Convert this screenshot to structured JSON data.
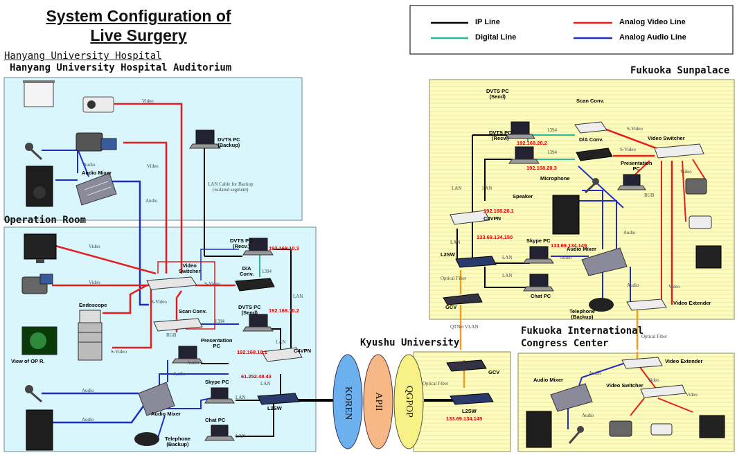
{
  "title_line1": "System Configuration of",
  "title_line2": "Live Surgery",
  "colors": {
    "ip_line": "#000000",
    "digital_line": "#27b8a0",
    "analog_video": "#e81c1c",
    "analog_audio": "#1f2dc8",
    "optical": "#f0a020",
    "panel_blue": "#d8f6fb",
    "panel_yellow": "#fbfab8",
    "ip_text": "#e00000"
  },
  "legend": {
    "ip": "IP Line",
    "digital": "Digital Line",
    "video": "Analog Video Line",
    "audio": "Analog Audio Line"
  },
  "sections": {
    "hyu": "Hanyang University Hospital",
    "auditorium": "Hanyang University Hospital Auditorium",
    "operation": "Operation Room",
    "fukuoka_sun": "Fukuoka Sunpalace",
    "kyushu": "Kyushu University",
    "fic1": "Fukuoka International",
    "fic2": "Congress Center"
  },
  "networks": [
    "KOREN",
    "APII",
    "QGPOP"
  ],
  "devices": {
    "audio_mixer": "Audio Mixer",
    "dvts_backup": "DVTS PC\n(Backup)",
    "video_switcher": "Video\nSwitcher",
    "da_conv": "D/A\nConv.",
    "dvts_recv": "DVTS PC\n(Recv.)",
    "dvts_send": "DVTS PC\n(Send)",
    "scan_conv": "Scan Conv.",
    "presentation_pc": "Presentation\nPC",
    "endoscope": "Endoscope",
    "view_op": "View of OP R.",
    "c4vpn": "C4VPN",
    "skype_pc": "Skype PC",
    "l2sw": "L2SW",
    "chat_pc": "Chat PC",
    "telephone": "Telephone\n(Backup)",
    "gcv": "GCV",
    "fs_dvts_send": "DVTS PC\n(Send)",
    "fs_scan_conv": "Scan Conv.",
    "fs_dvts_recv": "DVTS PC\n(Recv.)",
    "fs_da_conv": "D/A Conv.",
    "fs_video_switcher": "Video Switcher",
    "fs_presentation_pc": "Presentation\nPC",
    "microphone": "Microphone",
    "speaker": "Speaker",
    "fs_c4vpn": "C4VPN",
    "fs_l2sw": "L2SW",
    "fs_skype_pc": "Skype PC",
    "fs_audio_mixer": "Audio Mixer",
    "fs_chat_pc": "Chat PC",
    "fs_telephone": "Telephone\n(Backup)",
    "fs_video_extender": "Video Extender",
    "fs_gcv": "GCV",
    "ku_gcv": "GCV",
    "ku_l2sw": "L2SW",
    "fic_video_extender": "Video Extender",
    "fic_audio_mixer": "Audio Mixer",
    "fic_video_switcher": "Video Switcher"
  },
  "ips": {
    "op_recv": "192.168.10.3",
    "op_send": "192.168.10.2",
    "op_c4vpn": "192.168.10.1",
    "op_global": "61.252.48.43",
    "fs_send": "192.168.20.2",
    "fs_recv": "192.168.20.3",
    "fs_c4vpn": "192.168.20.1",
    "fs_global": "133.69.134.150",
    "fs_skype": "133.69.134.149",
    "ku_l2sw": "133.69.134.145"
  },
  "line_labels": {
    "video": "Video",
    "audio": "Audio",
    "lan": "LAN",
    "lan_backup": "LAN Cable for Backup\n(isolated segment)",
    "svideo": "S-Video",
    "rgb": "RGB",
    "l1394": "1394",
    "optical_fiber": "Optical Fiber",
    "qtnet": "QTNet VLAN"
  }
}
